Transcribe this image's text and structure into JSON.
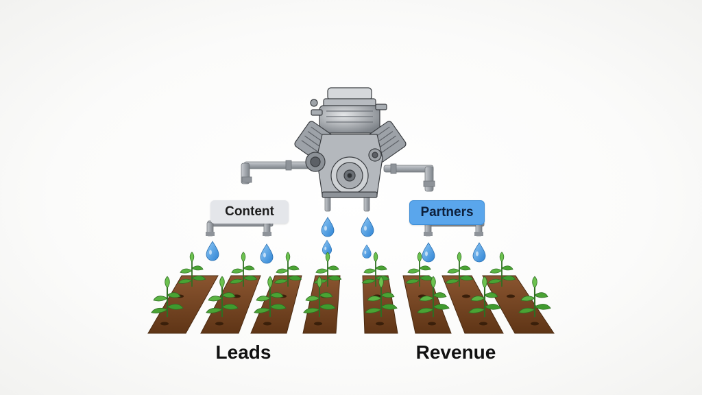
{
  "labels": {
    "content": "Content",
    "partners": "Partners",
    "leads": "Leads",
    "revenue": "Revenue"
  },
  "colors": {
    "content_tag": "#e4e6ea",
    "partners_tag": "#5aa6ec",
    "water": "#4a9be0",
    "soil": "#7b4a24",
    "leaf": "#3f9a2e",
    "pipe": "#9a9fa5",
    "engine": "#8d9298"
  },
  "icons": [
    "engine-icon",
    "water-drop-icon",
    "plant-icon",
    "pipe-icon"
  ]
}
